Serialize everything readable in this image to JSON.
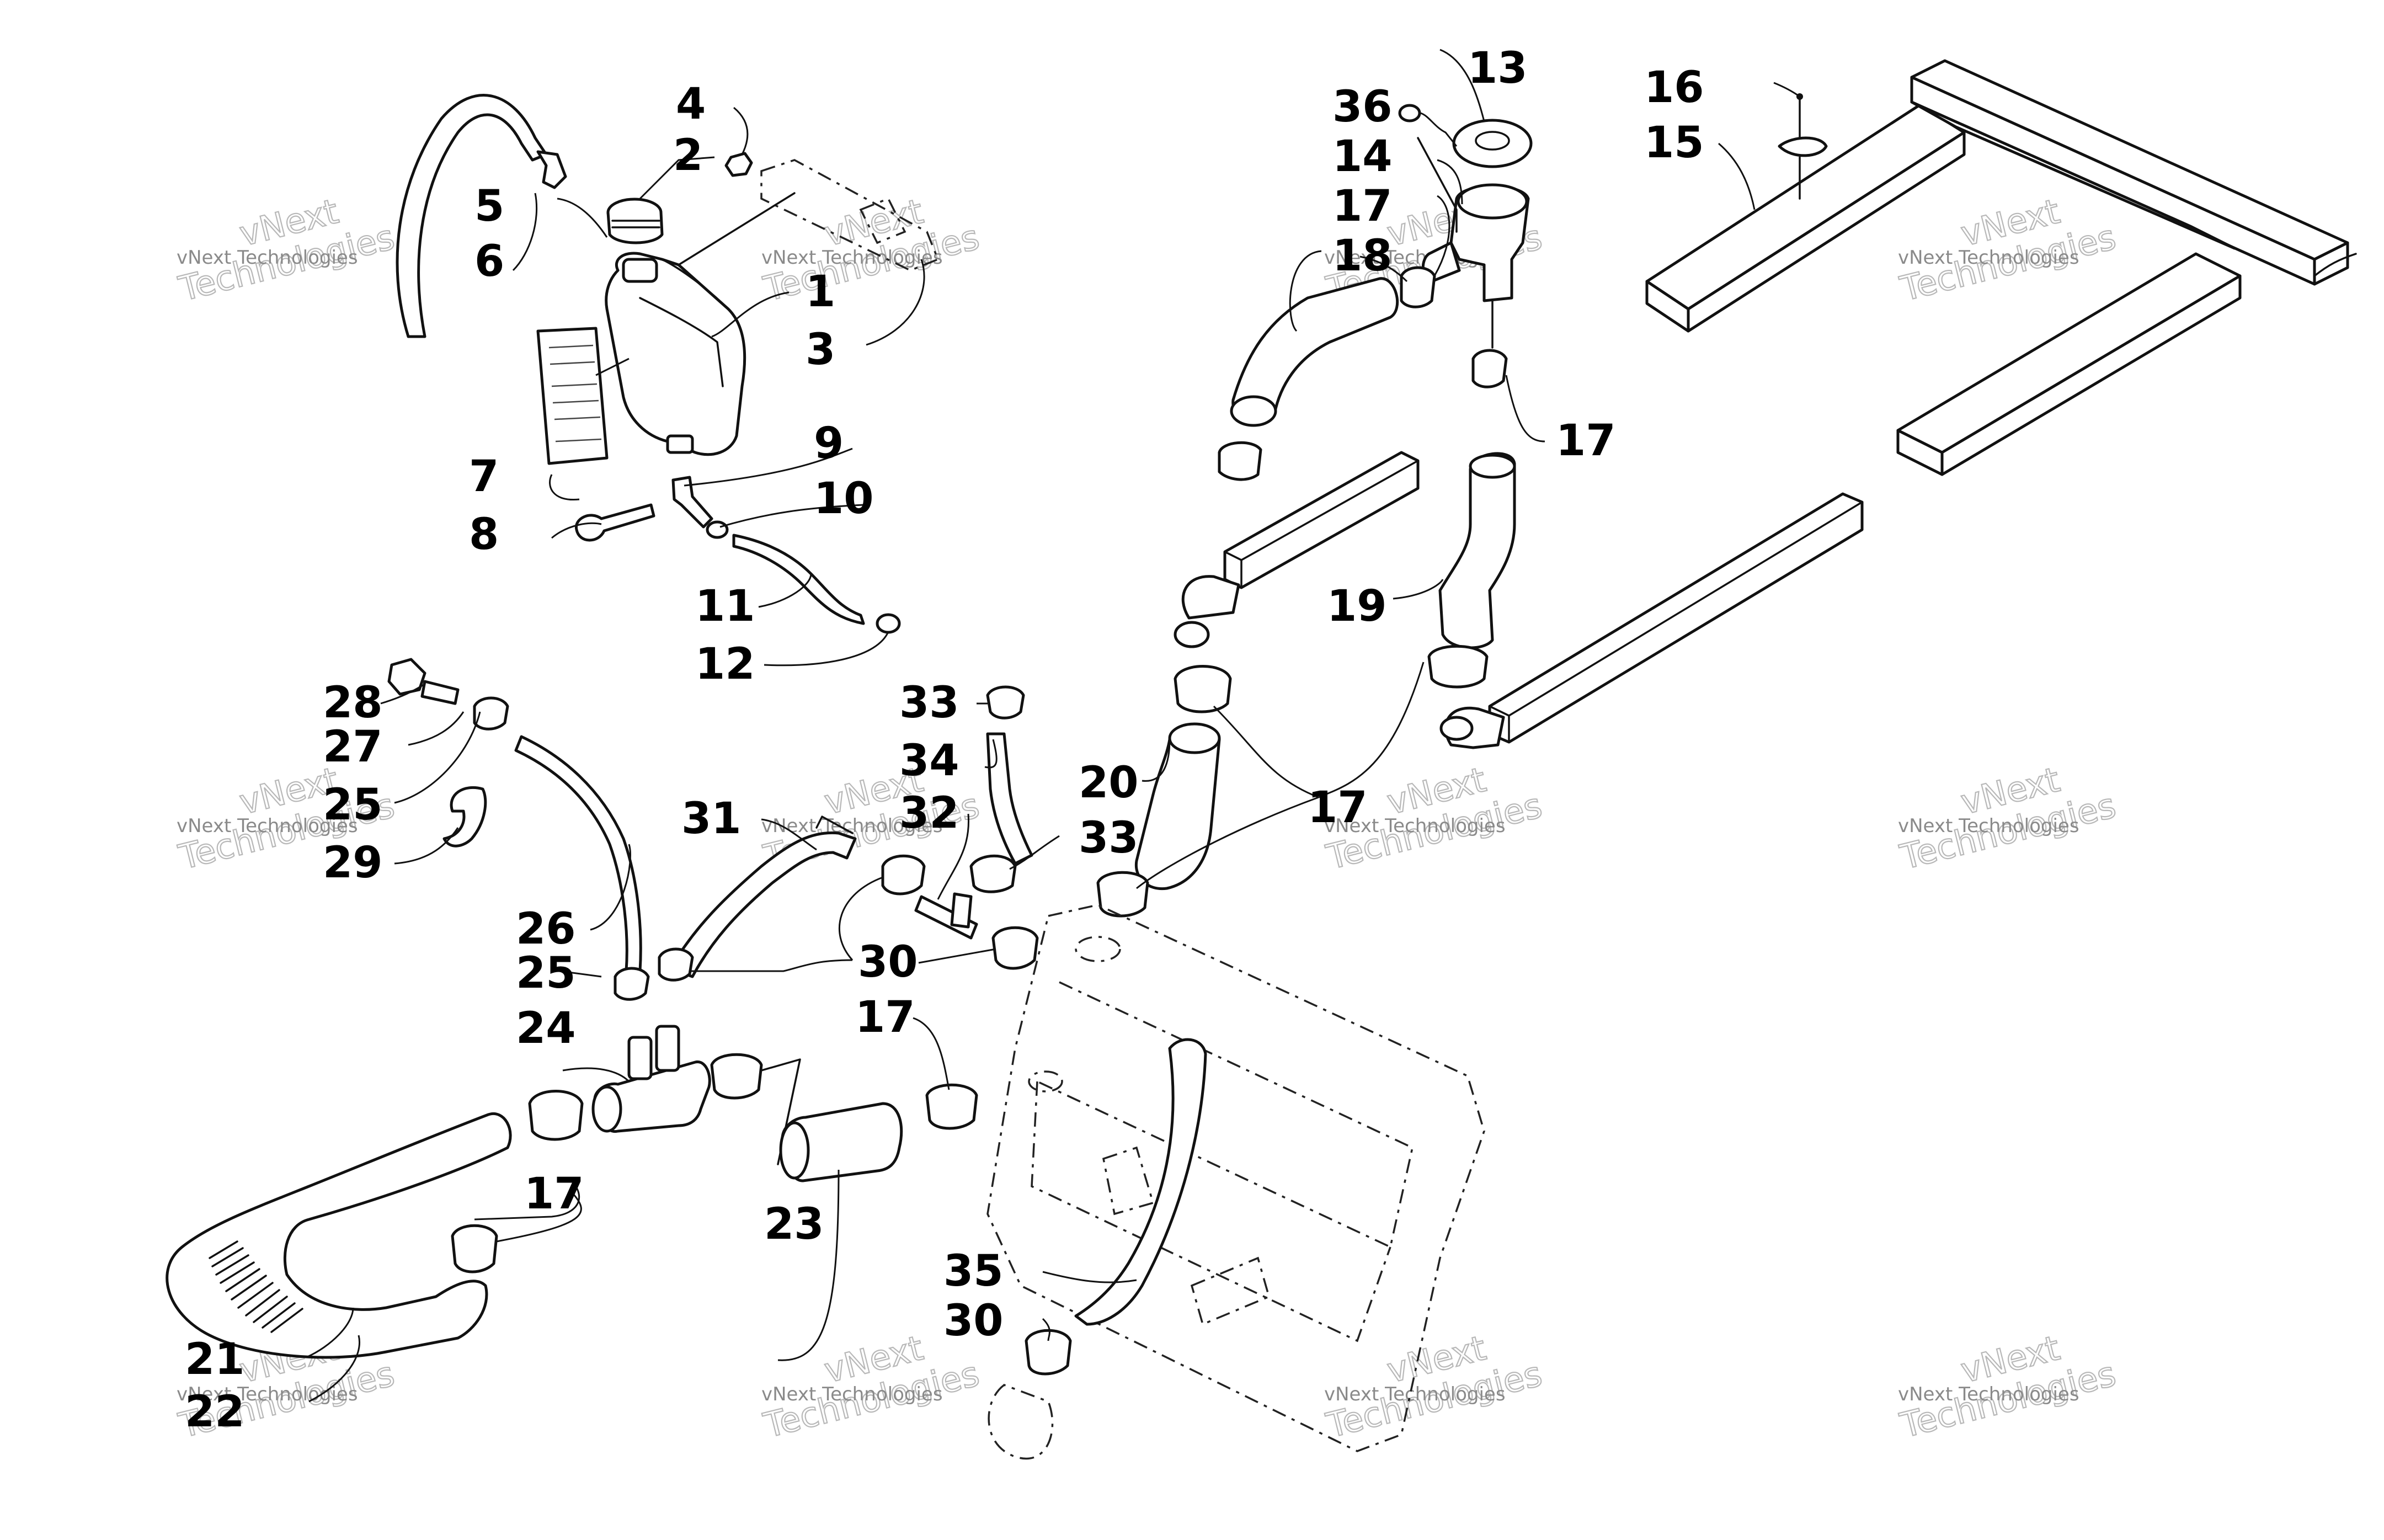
{
  "diagram": {
    "callouts": [
      {
        "id": "c1",
        "text": "1"
      },
      {
        "id": "c2",
        "text": "2"
      },
      {
        "id": "c3",
        "text": "3"
      },
      {
        "id": "c4",
        "text": "4"
      },
      {
        "id": "c5",
        "text": "5"
      },
      {
        "id": "c6",
        "text": "6"
      },
      {
        "id": "c7",
        "text": "7"
      },
      {
        "id": "c8",
        "text": "8"
      },
      {
        "id": "c9",
        "text": "9"
      },
      {
        "id": "c10",
        "text": "10"
      },
      {
        "id": "c11",
        "text": "11"
      },
      {
        "id": "c12",
        "text": "12"
      },
      {
        "id": "c13",
        "text": "13"
      },
      {
        "id": "c14",
        "text": "14"
      },
      {
        "id": "c15",
        "text": "15"
      },
      {
        "id": "c16",
        "text": "16"
      },
      {
        "id": "c17a",
        "text": "17"
      },
      {
        "id": "c17b",
        "text": "17"
      },
      {
        "id": "c17c",
        "text": "17"
      },
      {
        "id": "c17d",
        "text": "17"
      },
      {
        "id": "c17e",
        "text": "17"
      },
      {
        "id": "c18",
        "text": "18"
      },
      {
        "id": "c19",
        "text": "19"
      },
      {
        "id": "c20",
        "text": "20"
      },
      {
        "id": "c21",
        "text": "21"
      },
      {
        "id": "c22",
        "text": "22"
      },
      {
        "id": "c23",
        "text": "23"
      },
      {
        "id": "c24",
        "text": "24"
      },
      {
        "id": "c25a",
        "text": "25"
      },
      {
        "id": "c25b",
        "text": "25"
      },
      {
        "id": "c26",
        "text": "26"
      },
      {
        "id": "c27",
        "text": "27"
      },
      {
        "id": "c28",
        "text": "28"
      },
      {
        "id": "c29",
        "text": "29"
      },
      {
        "id": "c30a",
        "text": "30"
      },
      {
        "id": "c30b",
        "text": "30"
      },
      {
        "id": "c31",
        "text": "31"
      },
      {
        "id": "c32",
        "text": "32"
      },
      {
        "id": "c33a",
        "text": "33"
      },
      {
        "id": "c33b",
        "text": "33"
      },
      {
        "id": "c34",
        "text": "34"
      },
      {
        "id": "c35",
        "text": "35"
      },
      {
        "id": "c36",
        "text": "36"
      }
    ]
  },
  "watermark": {
    "line1": "vNext Technologies",
    "line2": "vNext",
    "line3": "Technologies"
  }
}
